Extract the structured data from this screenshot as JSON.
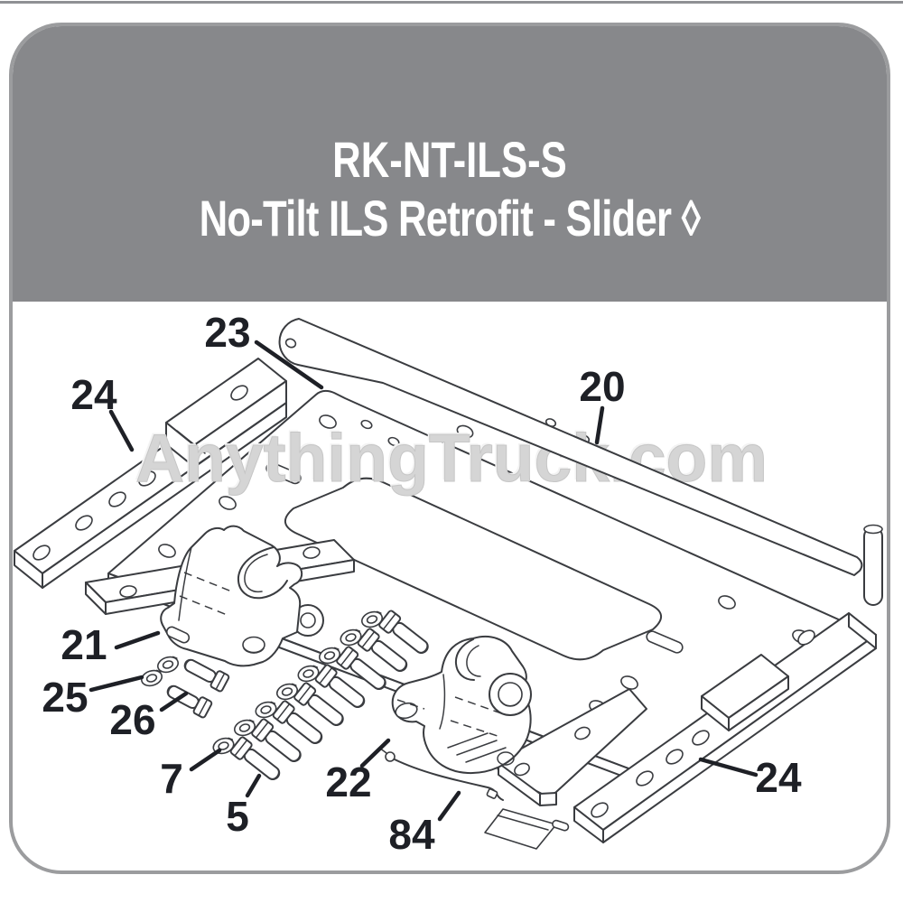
{
  "header": {
    "product_code": "RK-NT-ILS-S",
    "product_name": "No-Tilt ILS Retrofit - Slider ◊"
  },
  "watermark": {
    "text": "AnythingTruck.com"
  },
  "diagram": {
    "callouts": [
      {
        "label": "23"
      },
      {
        "label": "24"
      },
      {
        "label": "20"
      },
      {
        "label": "21"
      },
      {
        "label": "25"
      },
      {
        "label": "26"
      },
      {
        "label": "7"
      },
      {
        "label": "5"
      },
      {
        "label": "22"
      },
      {
        "label": "84"
      },
      {
        "label": "24"
      }
    ]
  },
  "colors": {
    "header_bg": "#87888b",
    "frame_border": "#9b9c9e",
    "line_art": "#3a3c40",
    "callout_text": "#1e2026",
    "watermark": "#d5d5d5"
  }
}
